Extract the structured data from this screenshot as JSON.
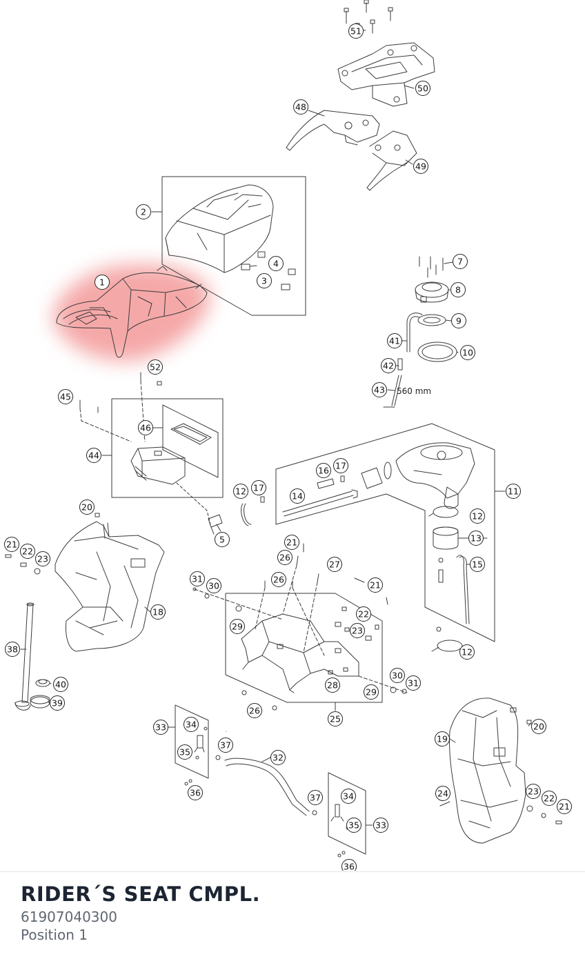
{
  "part": {
    "title": "RIDER´S SEAT CMPL.",
    "number": "61907040300",
    "position": "Position 1"
  },
  "highlight_color": "#f28b8b",
  "callouts": [
    {
      "id": "c51",
      "n": "51"
    },
    {
      "id": "c50",
      "n": "50"
    },
    {
      "id": "c48",
      "n": "48"
    },
    {
      "id": "c49",
      "n": "49"
    },
    {
      "id": "c2",
      "n": "2"
    },
    {
      "id": "c4",
      "n": "4"
    },
    {
      "id": "c3",
      "n": "3"
    },
    {
      "id": "c1",
      "n": "1"
    },
    {
      "id": "c7",
      "n": "7"
    },
    {
      "id": "c8",
      "n": "8"
    },
    {
      "id": "c9",
      "n": "9"
    },
    {
      "id": "c41",
      "n": "41"
    },
    {
      "id": "c10",
      "n": "10"
    },
    {
      "id": "c42",
      "n": "42"
    },
    {
      "id": "c43",
      "n": "43"
    },
    {
      "id": "c52",
      "n": "52"
    },
    {
      "id": "c45",
      "n": "45"
    },
    {
      "id": "c46",
      "n": "46"
    },
    {
      "id": "c44",
      "n": "44"
    },
    {
      "id": "c16",
      "n": "16"
    },
    {
      "id": "c17a",
      "n": "17"
    },
    {
      "id": "c11",
      "n": "11"
    },
    {
      "id": "c12a",
      "n": "12"
    },
    {
      "id": "c17b",
      "n": "17"
    },
    {
      "id": "c14",
      "n": "14"
    },
    {
      "id": "c20a",
      "n": "20"
    },
    {
      "id": "c12b",
      "n": "12"
    },
    {
      "id": "c5",
      "n": "5"
    },
    {
      "id": "c13",
      "n": "13"
    },
    {
      "id": "c21a",
      "n": "21"
    },
    {
      "id": "c22a",
      "n": "22"
    },
    {
      "id": "c23a",
      "n": "23"
    },
    {
      "id": "c21b",
      "n": "21"
    },
    {
      "id": "c26a",
      "n": "26"
    },
    {
      "id": "c15",
      "n": "15"
    },
    {
      "id": "c27",
      "n": "27"
    },
    {
      "id": "c31a",
      "n": "31"
    },
    {
      "id": "c30a",
      "n": "30"
    },
    {
      "id": "c26b",
      "n": "26"
    },
    {
      "id": "c21c",
      "n": "21"
    },
    {
      "id": "c18",
      "n": "18"
    },
    {
      "id": "c22b",
      "n": "22"
    },
    {
      "id": "c29a",
      "n": "29"
    },
    {
      "id": "c23b",
      "n": "23"
    },
    {
      "id": "c38",
      "n": "38"
    },
    {
      "id": "c12c",
      "n": "12"
    },
    {
      "id": "c30b",
      "n": "30"
    },
    {
      "id": "c31b",
      "n": "31"
    },
    {
      "id": "c40",
      "n": "40"
    },
    {
      "id": "c28",
      "n": "28"
    },
    {
      "id": "c29b",
      "n": "29"
    },
    {
      "id": "c39",
      "n": "39"
    },
    {
      "id": "c26c",
      "n": "26"
    },
    {
      "id": "c25",
      "n": "25"
    },
    {
      "id": "c20b",
      "n": "20"
    },
    {
      "id": "c33a",
      "n": "33"
    },
    {
      "id": "c34a",
      "n": "34"
    },
    {
      "id": "c19",
      "n": "19"
    },
    {
      "id": "c37a",
      "n": "37"
    },
    {
      "id": "c35a",
      "n": "35"
    },
    {
      "id": "c32",
      "n": "32"
    },
    {
      "id": "c36a",
      "n": "36"
    },
    {
      "id": "c24",
      "n": "24"
    },
    {
      "id": "c23c",
      "n": "23"
    },
    {
      "id": "c22c",
      "n": "22"
    },
    {
      "id": "c37b",
      "n": "37"
    },
    {
      "id": "c34b",
      "n": "34"
    },
    {
      "id": "c21d",
      "n": "21"
    },
    {
      "id": "c35b",
      "n": "35"
    },
    {
      "id": "c33b",
      "n": "33"
    },
    {
      "id": "c36b",
      "n": "36"
    }
  ],
  "annotations": {
    "hose_length": "560 mm"
  }
}
